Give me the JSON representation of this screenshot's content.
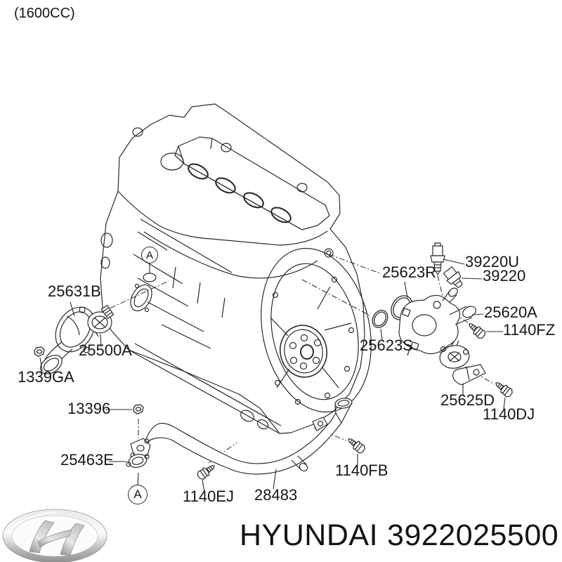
{
  "header": {
    "variant_label": "(1600CC)"
  },
  "diagram": {
    "detail_marker": "A",
    "parts": [
      {
        "code": "25631B"
      },
      {
        "code": "25500A"
      },
      {
        "code": "1339GA"
      },
      {
        "code": "13396"
      },
      {
        "code": "25463E"
      },
      {
        "code": "1140EJ"
      },
      {
        "code": "28483"
      },
      {
        "code": "1140FB"
      },
      {
        "code": "25623R"
      },
      {
        "code": "25623S"
      },
      {
        "code": "39220U"
      },
      {
        "code": "39220"
      },
      {
        "code": "25620A"
      },
      {
        "code": "1140FZ"
      },
      {
        "code": "25625D"
      },
      {
        "code": "1140DJ"
      }
    ]
  },
  "footer": {
    "brand": "HYUNDAI",
    "part_number": "3922025500",
    "logo": "hyundai-logo"
  },
  "colors": {
    "line": "#2b2b2b",
    "text": "#161616",
    "background": "#ffffff",
    "logo_chrome": "#c9c9c9"
  }
}
